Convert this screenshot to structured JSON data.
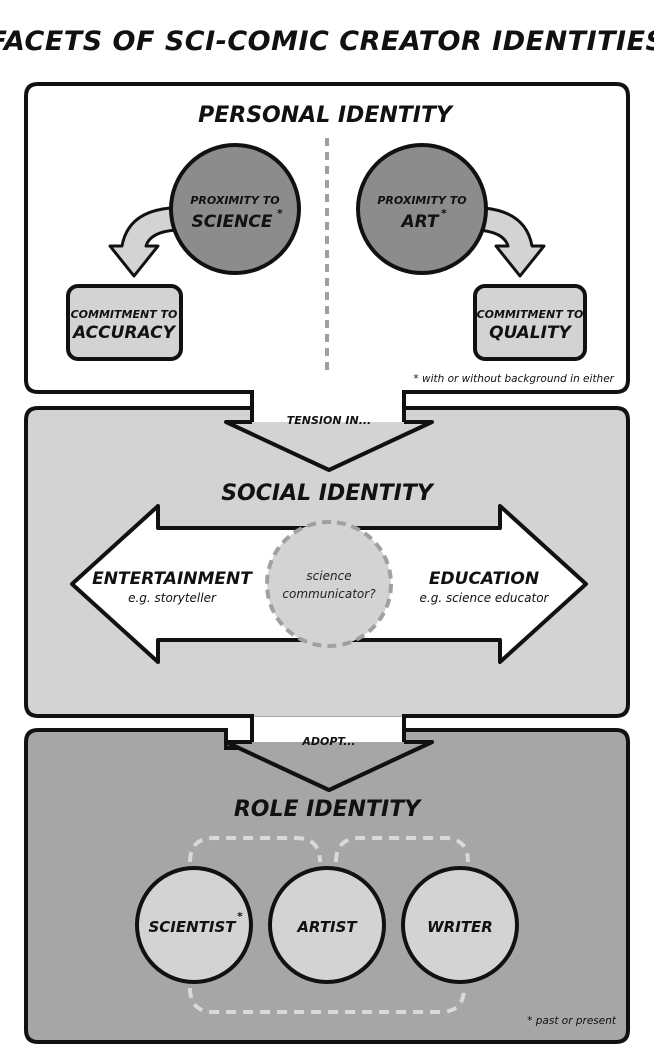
{
  "title": "FACETS OF SCI-COMIC CREATOR IDENTITIES",
  "personal": {
    "heading": "PERSONAL IDENTITY",
    "science_top": "PROXIMITY TO",
    "science_main": "SCIENCE",
    "art_top": "PROXIMITY TO",
    "art_main": "ART",
    "asterisk": "*",
    "accuracy_top": "COMMITMENT TO",
    "accuracy_main": "ACCURACY",
    "quality_top": "COMMITMENT TO",
    "quality_main": "QUALITY",
    "footnote": "* with or without background in either"
  },
  "connector1": "TENSION IN...",
  "social": {
    "heading": "SOCIAL IDENTITY",
    "left_main": "ENTERTAINMENT",
    "left_sub": "e.g. storyteller",
    "center_line1": "science",
    "center_line2": "communicator?",
    "right_main": "EDUCATION",
    "right_sub": "e.g. science educator"
  },
  "connector2": "ADOPT...",
  "role": {
    "heading": "ROLE IDENTITY",
    "scientist": "SCIENTIST",
    "asterisk": "*",
    "artist": "ARTIST",
    "writer": "WRITER",
    "footnote": "* past or present"
  },
  "colors": {
    "personal_bg": "#ffffff",
    "social_bg": "#d3d3d3",
    "role_bg": "#a6a6a6",
    "circle_dark": "#8c8c8c",
    "box_light": "#d3d3d3",
    "dashed": "#b0b0b0",
    "outline": "#111111"
  }
}
